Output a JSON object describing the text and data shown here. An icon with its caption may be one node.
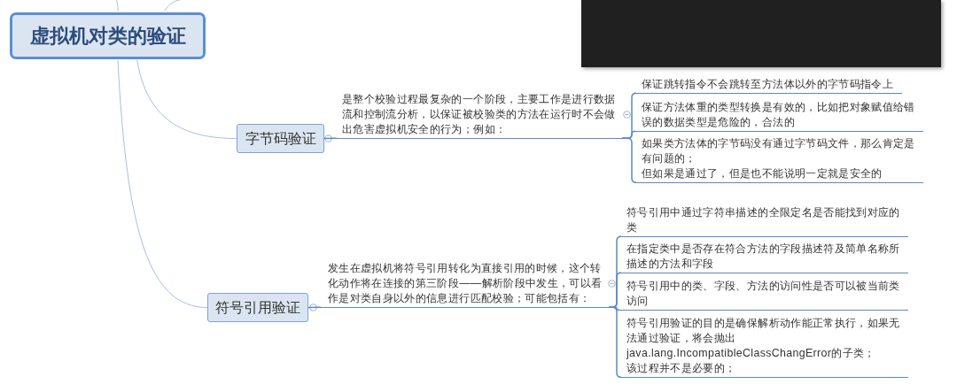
{
  "diagram": {
    "nodes": [
      {
        "text": [
          "虚拟机对类的验证"
        ]
      },
      {
        "text": [
          "字节码验证"
        ]
      },
      {
        "text": [
          "是整个校验过程最复杂的一个阶段，主要工作是进行数据流和控制流分析，以保证被校验类的方法在运行时不会做出危害虚拟机安全的行为；例如："
        ]
      },
      {
        "text": [
          "保证跳转指令不会跳转至方法体以外的字节码指令上"
        ]
      },
      {
        "text": [
          "保证方法体重的类型转换是有效的，比如把对象赋值给错误的数据类型是危险的，合法的"
        ]
      },
      {
        "text": [
          "如果类方法体的字节码没有通过字节码文件，那么肯定是有问题的；",
          "但如果是通过了，但是也不能说明一定就是安全的"
        ]
      },
      {
        "text": [
          "符号引用验证"
        ]
      },
      {
        "text": [
          "发生在虚拟机将符号引用转化为直接引用的时候，这个转化动作将在连接的第三阶段——解析阶段中发生，可以看作是对类自身以外的信息进行匹配校验；可能包括有："
        ]
      },
      {
        "text": [
          "符号引用中通过字符串描述的全限定名是否能找到对应的类"
        ]
      },
      {
        "text": [
          "在指定类中是否存在符合方法的字段描述符及简单名称所描述的方法和字段"
        ]
      },
      {
        "text": [
          "符号引用中的类、字段、方法的访问性是否可以被当前类访问"
        ]
      },
      {
        "text": [
          "符号引用验证的目的是确保解析动作能正常执行，如果无法通过验证，将会抛出java.lang.IncompatibleClassChangError的子类；",
          "该过程并不是必要的；"
        ]
      }
    ],
    "edges": [
      {
        "from": 0,
        "to": null,
        "arrow": "none",
        "color": "#a8c0df"
      },
      {
        "from": 0,
        "to": null,
        "arrow": "none",
        "color": "#a8c0df"
      },
      {
        "from": 0,
        "to": 1,
        "arrow": "none",
        "color": "#a8c0df"
      },
      {
        "from": 1,
        "to": 2,
        "arrow": "none"
      },
      {
        "from": 2,
        "to": 3,
        "arrow": "none"
      },
      {
        "from": 2,
        "to": 4,
        "arrow": "none"
      },
      {
        "from": 2,
        "to": 5,
        "arrow": "none"
      },
      {
        "from": 0,
        "to": 6,
        "arrow": "none",
        "color": "#a8c0df"
      },
      {
        "from": 6,
        "to": 7,
        "arrow": "none"
      },
      {
        "from": 7,
        "to": 8,
        "arrow": "none"
      },
      {
        "from": 7,
        "to": 9,
        "arrow": "none"
      },
      {
        "from": 7,
        "to": 10,
        "arrow": "none"
      },
      {
        "from": 7,
        "to": 11,
        "arrow": "none"
      }
    ]
  }
}
